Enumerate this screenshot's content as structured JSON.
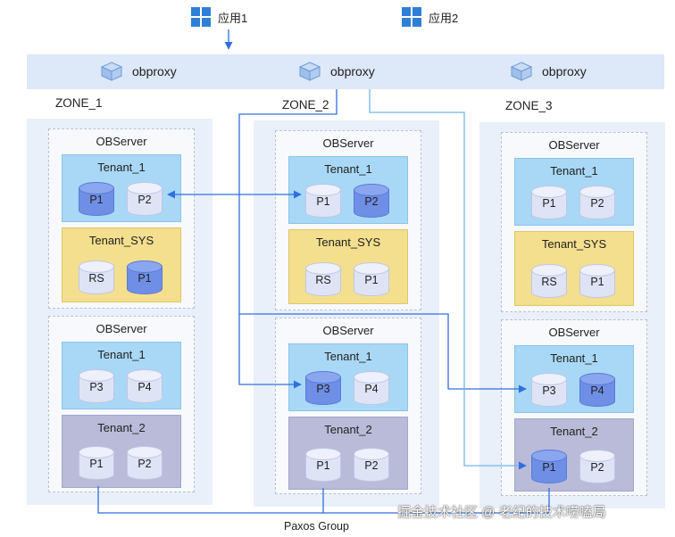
{
  "apps": [
    {
      "label": "应用1",
      "icon": "windows-icon"
    },
    {
      "label": "应用2",
      "icon": "windows-icon"
    }
  ],
  "proxies": [
    {
      "label": "obproxy",
      "icon": "obproxy-icon"
    },
    {
      "label": "obproxy",
      "icon": "obproxy-icon"
    },
    {
      "label": "obproxy",
      "icon": "obproxy-icon"
    }
  ],
  "zones": [
    {
      "name": "ZONE_1",
      "servers": [
        {
          "title": "OBServer",
          "tenants": [
            {
              "name": "Tenant_1",
              "color": "blue",
              "replicas": [
                {
                  "label": "P1",
                  "leader": true
                },
                {
                  "label": "P2",
                  "leader": false
                }
              ]
            },
            {
              "name": "Tenant_SYS",
              "color": "yellow",
              "replicas": [
                {
                  "label": "RS",
                  "leader": false
                },
                {
                  "label": "P1",
                  "leader": true
                }
              ]
            }
          ]
        },
        {
          "title": "OBServer",
          "tenants": [
            {
              "name": "Tenant_1",
              "color": "blue",
              "replicas": [
                {
                  "label": "P3",
                  "leader": false
                },
                {
                  "label": "P4",
                  "leader": false
                }
              ]
            },
            {
              "name": "Tenant_2",
              "color": "gray",
              "replicas": [
                {
                  "label": "P1",
                  "leader": false
                },
                {
                  "label": "P2",
                  "leader": false
                }
              ]
            }
          ]
        }
      ]
    },
    {
      "name": "ZONE_2",
      "servers": [
        {
          "title": "OBServer",
          "tenants": [
            {
              "name": "Tenant_1",
              "color": "blue",
              "replicas": [
                {
                  "label": "P1",
                  "leader": false
                },
                {
                  "label": "P2",
                  "leader": true
                }
              ]
            },
            {
              "name": "Tenant_SYS",
              "color": "yellow",
              "replicas": [
                {
                  "label": "RS",
                  "leader": false
                },
                {
                  "label": "P1",
                  "leader": false
                }
              ]
            }
          ]
        },
        {
          "title": "OBServer",
          "tenants": [
            {
              "name": "Tenant_1",
              "color": "blue",
              "replicas": [
                {
                  "label": "P3",
                  "leader": true
                },
                {
                  "label": "P4",
                  "leader": false
                }
              ]
            },
            {
              "name": "Tenant_2",
              "color": "gray",
              "replicas": [
                {
                  "label": "P1",
                  "leader": false
                },
                {
                  "label": "P2",
                  "leader": false
                }
              ]
            }
          ]
        }
      ]
    },
    {
      "name": "ZONE_3",
      "servers": [
        {
          "title": "OBServer",
          "tenants": [
            {
              "name": "Tenant_1",
              "color": "blue",
              "replicas": [
                {
                  "label": "P1",
                  "leader": false
                },
                {
                  "label": "P2",
                  "leader": false
                }
              ]
            },
            {
              "name": "Tenant_SYS",
              "color": "yellow",
              "replicas": [
                {
                  "label": "RS",
                  "leader": false
                },
                {
                  "label": "P1",
                  "leader": false
                }
              ]
            }
          ]
        },
        {
          "title": "OBServer",
          "tenants": [
            {
              "name": "Tenant_1",
              "color": "blue",
              "replicas": [
                {
                  "label": "P3",
                  "leader": false
                },
                {
                  "label": "P4",
                  "leader": true
                }
              ]
            },
            {
              "name": "Tenant_2",
              "color": "gray",
              "replicas": [
                {
                  "label": "P1",
                  "leader": true
                },
                {
                  "label": "P2",
                  "leader": false
                }
              ]
            }
          ]
        }
      ]
    }
  ],
  "paxos_label": "Paxos Group",
  "watermark": "掘金技术社区 @ 老纪的技术唠嗑局",
  "colors": {
    "accent": "#2f6fe0",
    "zone_bg": "#eaf0fa",
    "proxy_bar": "#dde8f8",
    "tenant_blue": "#a8d8f5",
    "tenant_yellow": "#f3df8e",
    "tenant_gray": "#b9bbd8",
    "leader": "#6f8fe6",
    "follower": "#dfe3f6"
  }
}
